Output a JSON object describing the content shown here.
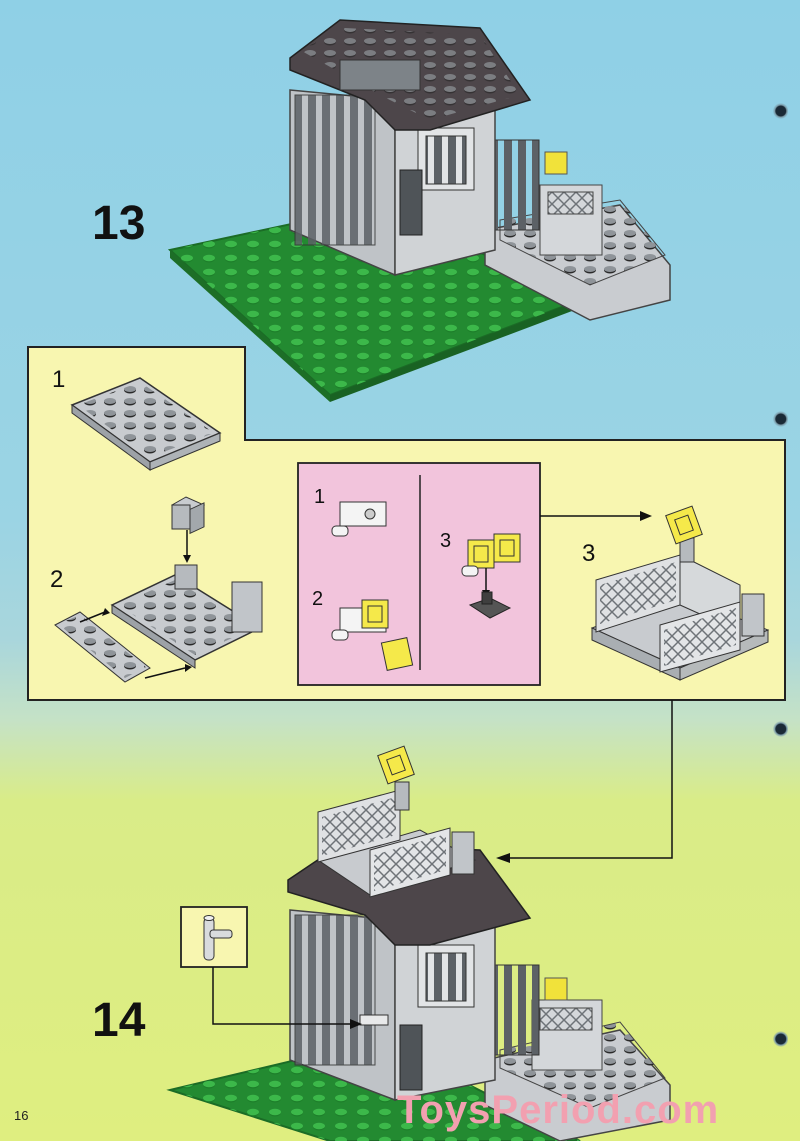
{
  "steps": {
    "step13": "13",
    "step14": "14"
  },
  "callout": {
    "sub1": "1",
    "sub2": "2",
    "sub3": "3",
    "inset": {
      "a": "1",
      "b": "2",
      "c": "3"
    }
  },
  "page_number": "16",
  "watermark": "ToysPeriod.com",
  "colors": {
    "callout_bg": "#f8f6b0",
    "inset_bg": "#f2c4dc",
    "baseplate": "#2f9e3a",
    "brick_gray": "#c8cbcf",
    "roof": "#4a4448",
    "yellow_light": "#f5e94a"
  }
}
